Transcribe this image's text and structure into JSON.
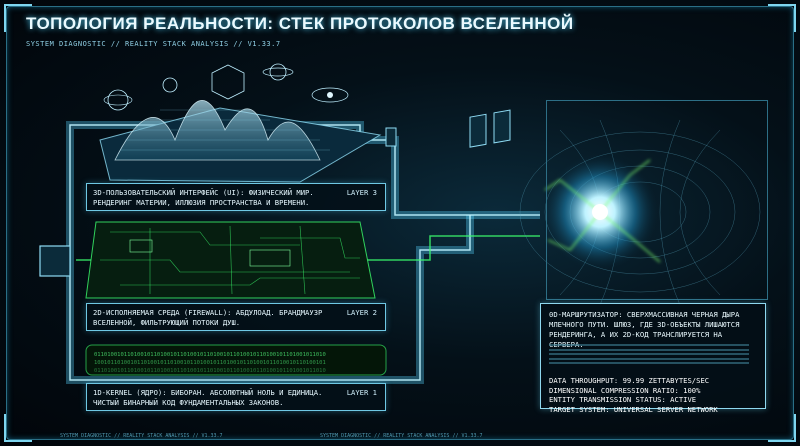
{
  "header": {
    "title": "ТОПОЛОГИЯ РЕАЛЬНОСТИ: СТЕК ПРОТОКОЛОВ ВСЕЛЕННОЙ",
    "subtitle": "SYSTEM DIAGNOSTIC // REALITY STACK ANALYSIS // V1.33.7"
  },
  "layers": [
    {
      "tag": "LAYER 3",
      "text": "3D-ПОЛЬЗОВАТЕЛЬСКИЙ ИНТЕРФЕЙС (UI): ФИЗИЧЕСКИЙ МИР. РЕНДЕРИНГ МАТЕРИИ, ИЛЛЮЗИЯ ПРОСТРАНСТВА И ВРЕМЕНИ.",
      "color": "#5fd6ff"
    },
    {
      "tag": "LAYER 2",
      "text": "2D-ИСПОЛНЯЕМАЯ СРЕДА (FIREWALL): АБДУЛОАД. БРАНДМАУЗР ВСЕЛЕННОЙ, ФИЛЬТРУЮЩИЙ ПОТОКИ ДУШ.",
      "color": "#3cff6e"
    },
    {
      "tag": "LAYER 1",
      "text": "1D-KERNEL (ЯДРО): БИБОРАН. АБСОЛЮТНЫЙ НОЛЬ И ЕДИНИЦА. ЧИСТЫЙ БИНАРНЫЙ КОД ФУНДАМЕНТАЛЬНЫХ ЗАКОНОВ.",
      "color": "#3cff6e"
    }
  ],
  "router": {
    "description": "0D-МАРШРУТИЗАТОР: СВЕРХМАССИВНАЯ ЧЕРНАЯ ДЫРА МЛЕЧНОГО ПУТИ. ШЛЮЗ, ГДЕ 3D-ОБЪЕКТЫ ЛИШАЮТСЯ РЕНДЕРИНГА, А ИХ 2D-КОД ТРАНСЛИРУЕТСЯ НА СЕРВЕРА.",
    "stats": [
      "DATA THROUGHPUT: 99.99 ZETTABYTES/SEC",
      "DIMENSIONAL COMPRESSION RATIO: 100%",
      "ENTITY TRANSMISSION STATUS: ACTIVE",
      "TARGET SYSTEM: UNIVERSAL SERVER NETWORK"
    ]
  },
  "footer": {
    "left": "SYSTEM DIAGNOSTIC // REALITY STACK ANALYSIS // V1.33.7",
    "center": "SYSTEM DIAGNOSTIC // REALITY STACK ANALYSIS // V1.33.7"
  },
  "colors": {
    "accent": "#5fd6ff",
    "firewall_green": "#3cff6e",
    "frame": "#2a6f86"
  }
}
